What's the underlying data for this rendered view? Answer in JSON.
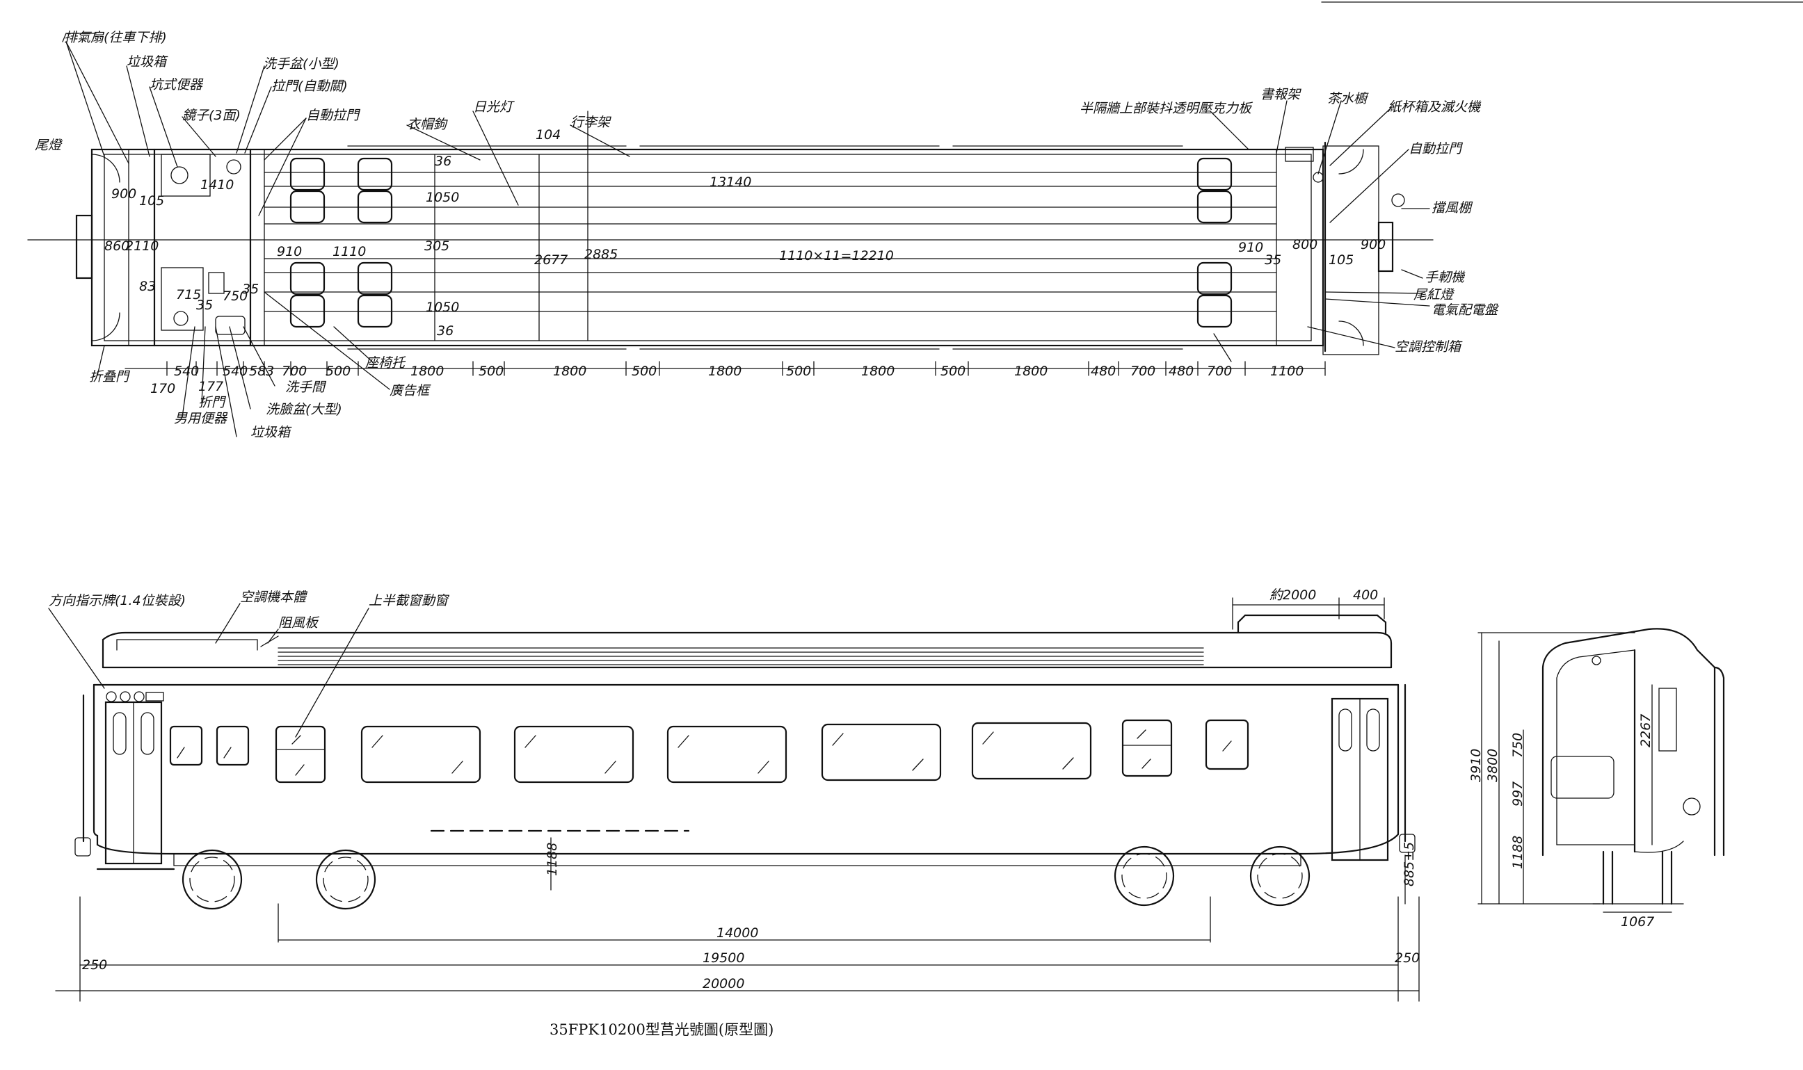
{
  "caption": "35FPK10200型莒光號圖(原型圖)",
  "plan_labels": {
    "exhaust_fan": "排氣扇(往車下排)",
    "trash_box_top": "垃圾箱",
    "squat_toilet": "坑式便器",
    "mirror": "鏡子(3面)",
    "washbasin_small": "洗手盆(小型)",
    "folding_door_auto": "拉門(自動關)",
    "auto_sliding_door_left": "自動拉門",
    "clothes_hook": "衣帽鉤",
    "fluorescent_lamp": "日光灯",
    "luggage_rack": "行李架",
    "partition_panel": "半隔牆上部裝抖透明壓克力板",
    "magazine_rack": "書報架",
    "tea_cabinet": "茶水櫥",
    "pantry_note": "紙杯箱及滅火機",
    "auto_sliding_door_right": "自動拉門",
    "tail_light": "尾燈",
    "windshield": "擋風棚",
    "handbrake": "手軔機",
    "tail_red_light": "尾紅燈",
    "electrical_panel": "電氣配電盤",
    "ac_control_box": "空調控制箱",
    "folding_door": "折叠門",
    "hinge_door": "折門",
    "urinal": "男用便器",
    "sink_room": "洗手間",
    "washbasin_large": "洗臉盆(大型)",
    "trash_box_bottom": "垃圾箱",
    "footrest": "座椅托",
    "advertising_board": "廣告框"
  },
  "plan_dims": {
    "d900": "900",
    "d105": "105",
    "d1410": "1410",
    "d13140": "13140",
    "d36a": "36",
    "d104": "104",
    "d860": "860",
    "d2110": "2110",
    "d910a": "910",
    "d1110": "1110",
    "d1050a": "1050",
    "d305": "305",
    "d1050b": "1050",
    "d36b": "36",
    "d2677": "2677",
    "d2885": "2885",
    "d1110x11": "1110×11=12210",
    "d910b": "910",
    "d800": "800",
    "d900b": "900",
    "d35a": "35",
    "d105b": "105",
    "d83": "83",
    "d715": "715",
    "d35b": "35",
    "d750": "750",
    "d35c": "35",
    "b170": "170",
    "b540a": "540",
    "b177": "177",
    "b540b": "540",
    "b583": "583",
    "b700a": "700",
    "b500a": "500",
    "b1800a": "1800",
    "b500b": "500",
    "b1800b": "1800",
    "b500c": "500",
    "b1800c": "1800",
    "b500d": "500",
    "b1800d": "1800",
    "b500e": "500",
    "b1800e": "1800",
    "b480a": "480",
    "b700b": "700",
    "b480b": "480",
    "b700c": "700",
    "b1100": "1100"
  },
  "elev_labels": {
    "direction_sign": "方向指示牌(1.4位裝設)",
    "ac_unit": "空調機本體",
    "wind_deflector": "阻風板",
    "window": "上半截窗動窗"
  },
  "elev_dims": {
    "approx2000": "約2000",
    "d400": "400",
    "d1188": "1188",
    "d14000": "14000",
    "d19500": "19500",
    "d20000": "20000",
    "d250a": "250",
    "d250b": "250",
    "d885": "885±5"
  },
  "section_dims": {
    "d3910": "3910",
    "d3800": "3800",
    "d750": "750",
    "d997": "997",
    "d1188": "1188",
    "d2267": "2267",
    "d1067": "1067"
  }
}
